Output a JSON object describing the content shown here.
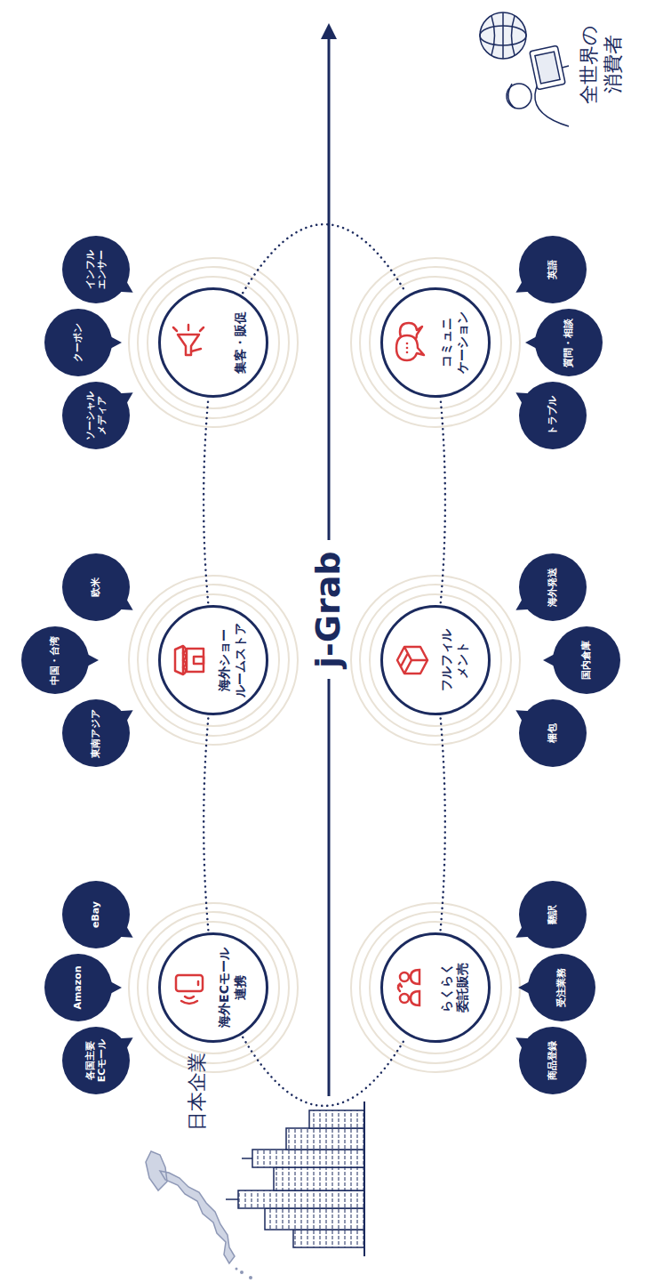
{
  "diagram": {
    "nodes": [
      {
        "text": [
          "海外ECモール 連携"
        ]
      },
      {
        "text": [
          "海外ショー ルームストア"
        ]
      },
      {
        "text": [
          "集客・販促"
        ]
      },
      {
        "text": [
          "らくらく 委託販売"
        ]
      },
      {
        "text": [
          "フルフィル メント"
        ]
      },
      {
        "text": [
          "コミュニ ケーション"
        ]
      },
      {
        "text": [
          "各国主要 ECモール"
        ]
      },
      {
        "text": [
          "Amazon"
        ]
      },
      {
        "text": [
          "eBay"
        ]
      },
      {
        "text": [
          "東南アジア"
        ]
      },
      {
        "text": [
          "中国・台湾"
        ]
      },
      {
        "text": [
          "欧米"
        ]
      },
      {
        "text": [
          "ソーシャル メディア"
        ]
      },
      {
        "text": [
          "クーポン"
        ]
      },
      {
        "text": [
          "インフル エンサー"
        ]
      },
      {
        "text": [
          "商品登録"
        ]
      },
      {
        "text": [
          "受注業務"
        ]
      },
      {
        "text": [
          "翻訳"
        ]
      },
      {
        "text": [
          "梱包"
        ]
      },
      {
        "text": [
          "国内倉庫"
        ]
      },
      {
        "text": [
          "海外発送"
        ]
      },
      {
        "text": [
          "トラブル"
        ]
      },
      {
        "text": [
          "質問・相談"
        ]
      },
      {
        "text": [
          "英語"
        ]
      }
    ],
    "edges": [
      {
        "from": 0,
        "to": 1,
        "arrow": "none"
      },
      {
        "from": 1,
        "to": 2,
        "arrow": "none"
      },
      {
        "from": 3,
        "to": 4,
        "arrow": "none"
      },
      {
        "from": 4,
        "to": 5,
        "arrow": "none"
      },
      {
        "from": 0,
        "to": 3,
        "arrow": "none"
      },
      {
        "from": 2,
        "to": 5,
        "arrow": "none"
      }
    ],
    "labels": [
      "日本企業",
      "j-Grab",
      "全世界の 消費者"
    ]
  }
}
